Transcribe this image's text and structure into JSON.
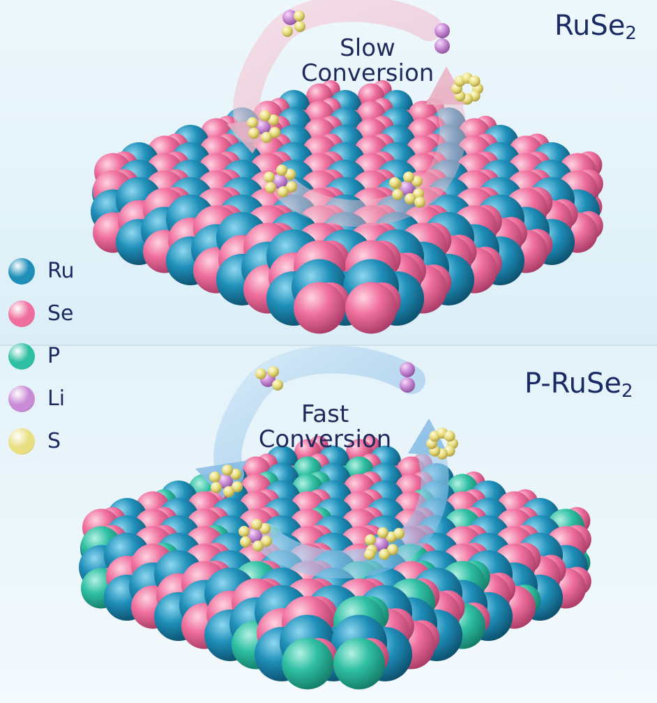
{
  "top_panel": {
    "title_main": "RuSe",
    "title_sub": "2",
    "arrow_label_line1": "Slow",
    "arrow_label_line2": "Conversion"
  },
  "bottom_panel": {
    "title_main": "P-RuSe",
    "title_sub": "2",
    "arrow_label_line1": "Fast",
    "arrow_label_line2": "Conversion"
  },
  "legend": [
    {
      "label": "Ru",
      "color": "#1f8fb9",
      "icon": "ru-atom-icon"
    },
    {
      "label": "Se",
      "color": "#ef6f9d",
      "icon": "se-atom-icon"
    },
    {
      "label": "P",
      "color": "#2fbfa3",
      "icon": "p-atom-icon"
    },
    {
      "label": "Li",
      "color": "#c98ad6",
      "icon": "li-atom-icon"
    },
    {
      "label": "S",
      "color": "#e9de80",
      "icon": "s-atom-icon"
    }
  ],
  "colors": {
    "ru": "#1f8fb9",
    "se": "#ef6f9d",
    "p": "#2fbfa3",
    "li": "#c98ad6",
    "s": "#e9de80",
    "slow_arrow": "#f3c2d0",
    "fast_arrow": "#9cc8ea",
    "text": "#1a2a62"
  }
}
